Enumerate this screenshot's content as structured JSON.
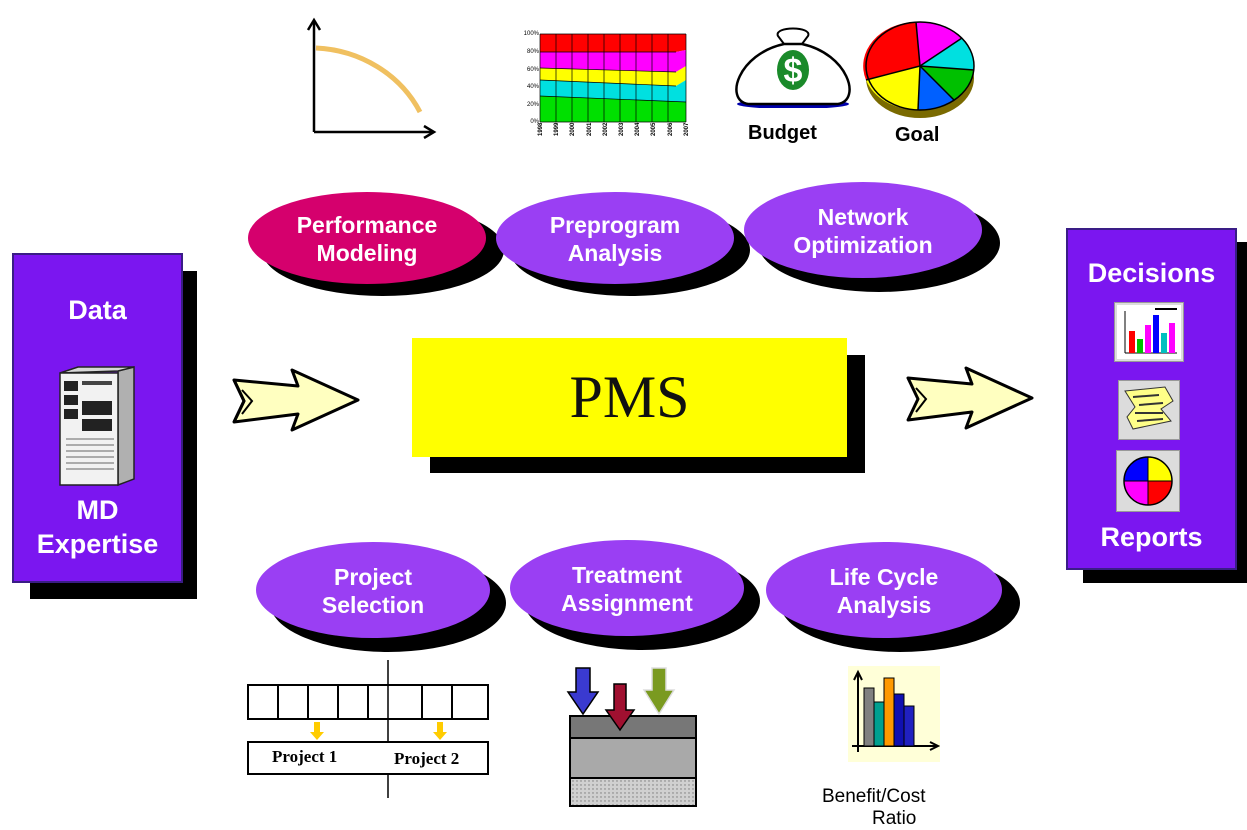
{
  "sources": {
    "title": "Data",
    "subtitle_line1": "MD",
    "subtitle_line2": "Expertise"
  },
  "center": {
    "label": "PMS"
  },
  "outputs": {
    "title": "Decisions",
    "subtitle": "Reports",
    "icons": [
      "bar-chart-icon",
      "document-icon",
      "pie-chart-icon"
    ]
  },
  "top_modules": [
    {
      "line1": "Performance",
      "line2": "Modeling",
      "color": "#d5006d"
    },
    {
      "line1": "Preprogram",
      "line2": "Analysis",
      "color": "#9a3ff3"
    },
    {
      "line1": "Network",
      "line2": "Optimization",
      "color": "#9a3ff3"
    }
  ],
  "bottom_modules": [
    {
      "line1": "Project",
      "line2": "Selection",
      "color": "#9a3ff3"
    },
    {
      "line1": "Treatment",
      "line2": "Assignment",
      "color": "#9a3ff3"
    },
    {
      "line1": "Life Cycle",
      "line2": "Analysis",
      "color": "#9a3ff3"
    }
  ],
  "top_icons": {
    "budget_label": "Budget",
    "goal_label": "Goal",
    "stacked_chart": {
      "y_ticks": [
        "0%",
        "20%",
        "40%",
        "60%",
        "80%",
        "100%"
      ],
      "years": [
        "1998",
        "1999",
        "2000",
        "2001",
        "2002",
        "2003",
        "2004",
        "2005",
        "2006",
        "2007"
      ]
    }
  },
  "bottom_icons": {
    "project_1": "Project 1",
    "project_2": "Project 2",
    "benefit_label_line1": "Benefit/Cost",
    "benefit_label_line2": "Ratio"
  },
  "colors": {
    "purple_box": "#7b16f0",
    "ellipse_purple": "#9a3ff3",
    "ellipse_magenta": "#d5006d",
    "pms_yellow": "#ffff00",
    "arrow_fill": "#ffffc0"
  }
}
